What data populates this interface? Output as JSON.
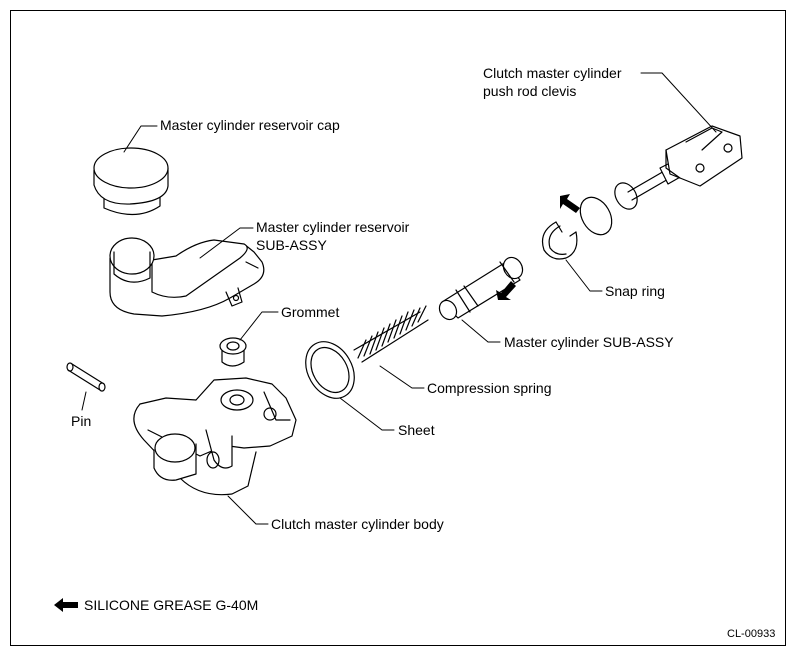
{
  "labels": {
    "push_rod_clevis_1": "Clutch master cylinder",
    "push_rod_clevis_2": "push rod clevis",
    "reservoir_cap": "Master cylinder reservoir cap",
    "reservoir_1": "Master cylinder reservoir",
    "reservoir_2": "SUB-ASSY",
    "grommet": "Grommet",
    "snap_ring": "Snap ring",
    "master_cylinder_subassy": "Master cylinder SUB-ASSY",
    "compression_spring": "Compression spring",
    "pin": "Pin",
    "sheet": "Sheet",
    "body": "Clutch master cylinder body"
  },
  "legend": {
    "text": "SILICONE GREASE G-40M",
    "icon": "arrow-left-icon"
  },
  "figure_code": "CL-00933"
}
